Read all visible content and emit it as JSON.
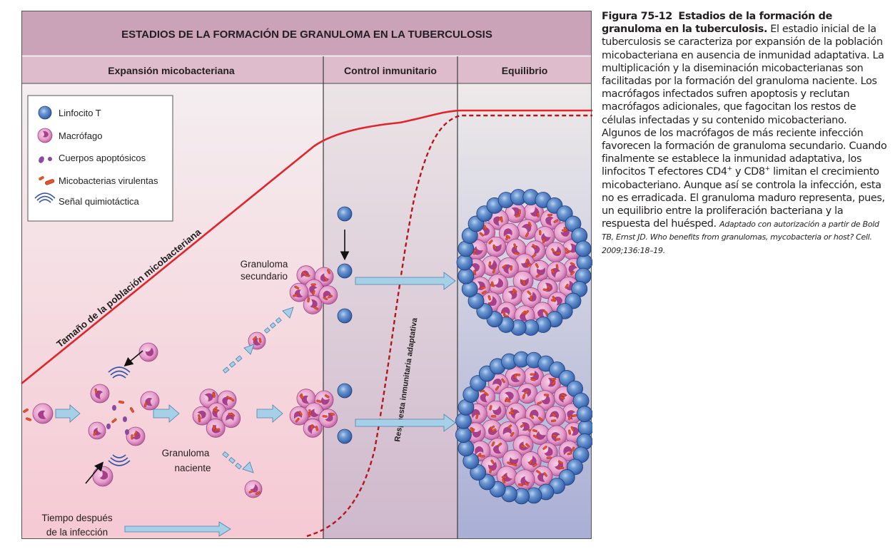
{
  "figure": {
    "title": "ESTADIOS DE LA FORMACIÓN DE GRANULOMA EN LA TUBERCULOSIS",
    "stages": [
      "Expansión micobacteriana",
      "Control inmunitario",
      "Equilibrio"
    ],
    "legend": [
      {
        "icon": "lymphocyte-icon",
        "label": "Linfocito T"
      },
      {
        "icon": "macrophage-icon",
        "label": "Macrófago"
      },
      {
        "icon": "apoptotic-bodies-icon",
        "label": "Cuerpos apoptósicos"
      },
      {
        "icon": "bacteria-icon",
        "label": "Micobacterias virulentas"
      },
      {
        "icon": "chemotactic-signal-icon",
        "label": "Señal quimiotáctica"
      }
    ],
    "curve_population_label": "Tamaño de la población micobacteriana",
    "curve_immune_label": "Respuesta inmunitaria adaptativa",
    "granuloma_secondary": [
      "Granuloma",
      "secundario"
    ],
    "granuloma_nascent": [
      "Granuloma",
      "naciente"
    ],
    "time_label": [
      "Tiempo después",
      "de la infección"
    ],
    "colors": {
      "header_bg": "#cba3b8",
      "stage_bg": "#dfbccb",
      "expansion_bg_top": "#f4eef0",
      "expansion_bg_bottom": "#f6c9d3",
      "control_bg": "#d7c3d3",
      "equilibrium_bg": "#b0b4d6",
      "population_curve": "#e0242b",
      "immune_curve": "#b3181e",
      "lymphocyte": "#3c6db5",
      "macrophage": "#d46ab0",
      "bacteria": "#e2522b",
      "arrow": "#a6d0e8"
    }
  },
  "caption": {
    "fig_label": "Figura 75-12",
    "title": "Estadios de la formación de granuloma en la tuberculosis.",
    "body_1": "El estadio inicial de la tuberculosis se caracteriza por expansión de la población micobacteriana en ausencia de inmunidad adaptativa. La multiplicación y la diseminación micobacterianas son facilitadas por la formación del granuloma naciente. Los macrófagos infectados sufren apoptosis y reclutan macrófagos adicionales, que fagocitan los restos de células infectadas y su contenido micobacteriano. Algunos de los macrófagos de más reciente infección favorecen la formación de granuloma secundario. Cuando finalmente se establece la inmunidad adaptativa, los linfocitos T efectores CD4",
    "sup_1": "+",
    "body_2": " y CD8",
    "sup_2": "+",
    "body_3": " limitan el crecimiento micobacteriano. Aunque así se controla la infección, esta no es erradicada. El granuloma maduro representa, pues, un equilibrio entre la proliferación bacteriana y la respuesta del huésped.",
    "citation": "Adaptado con autorización a partir de Bold TB, Ernst JD. Who benefits from granulomas, mycobacteria or host? Cell. 2009;136:18–19."
  }
}
